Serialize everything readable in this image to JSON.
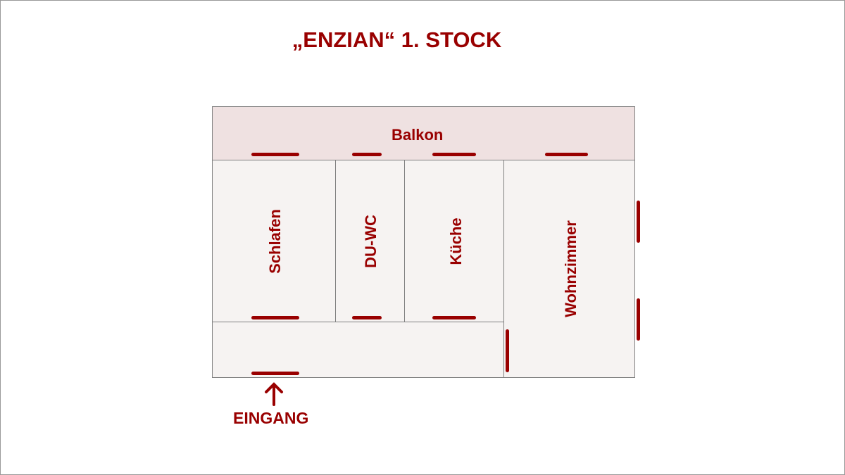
{
  "title": "„ENZIAN“ 1. STOCK",
  "rooms": {
    "balkon": "Balkon",
    "schlafen": "Schlafen",
    "duwc": "DU-WC",
    "kueche": "Küche",
    "wohnzimmer": "Wohnzimmer"
  },
  "entrance": "EINGANG",
  "colors": {
    "accent": "#990000",
    "balcony": "#efe1e1",
    "room": "#f6f3f2",
    "wall": "#7f7f7f"
  }
}
